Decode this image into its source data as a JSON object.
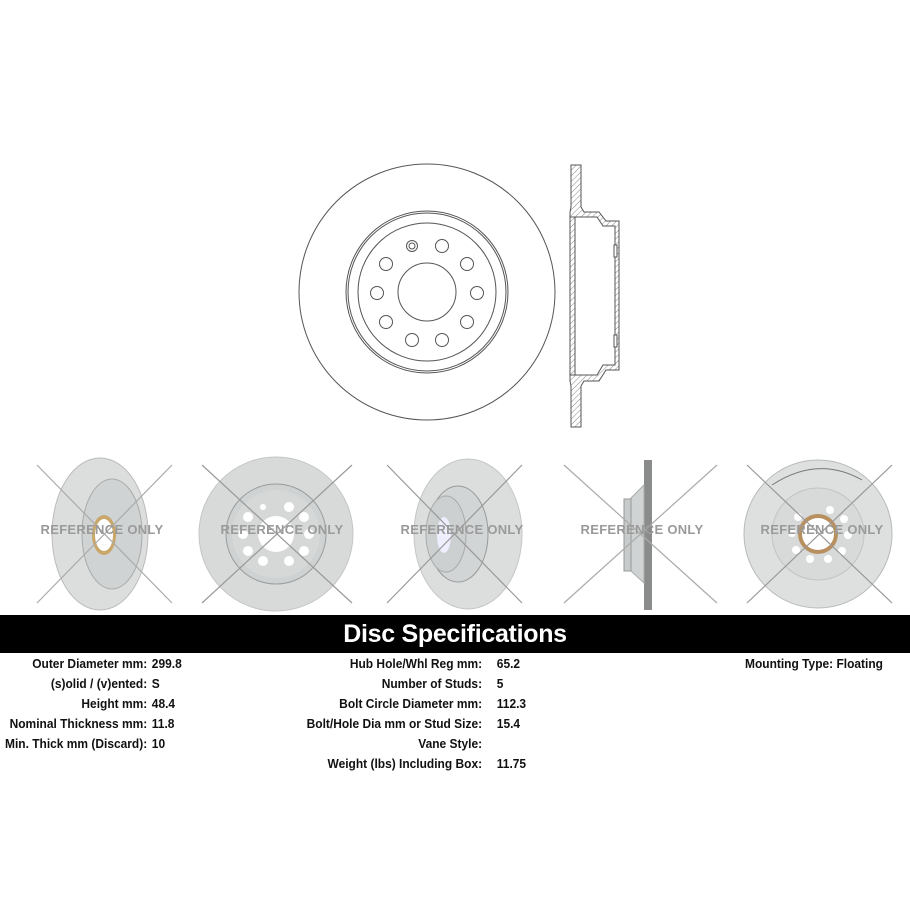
{
  "drawing": {
    "front_view": "disc-front-view-line-drawing",
    "side_view": "disc-cross-section-drawing"
  },
  "thumbnails": [
    {
      "name": "angled-front-view",
      "watermark": "REFERENCE ONLY"
    },
    {
      "name": "front-view",
      "watermark": "REFERENCE ONLY"
    },
    {
      "name": "angled-hat-view",
      "watermark": "REFERENCE ONLY"
    },
    {
      "name": "side-profile-view",
      "watermark": "REFERENCE ONLY"
    },
    {
      "name": "back-view",
      "watermark": "REFERENCE ONLY"
    }
  ],
  "specs": {
    "title": "Disc Specifications",
    "column1": [
      {
        "label": "Outer Diameter mm:",
        "value": "299.8"
      },
      {
        "label": "(s)olid / (v)ented:",
        "value": "S"
      },
      {
        "label": "Height mm:",
        "value": "48.4"
      },
      {
        "label": "Nominal Thickness mm:",
        "value": "11.8"
      },
      {
        "label": "Min. Thick mm (Discard):",
        "value": "10"
      }
    ],
    "column2": [
      {
        "label": "Hub Hole/Whl Reg mm:",
        "value": "65.2"
      },
      {
        "label": "Number of Studs:",
        "value": "5"
      },
      {
        "label": "Bolt Circle Diameter mm:",
        "value": "112.3"
      },
      {
        "label": "Bolt/Hole Dia mm or Stud Size:",
        "value": "15.4"
      },
      {
        "label": "Vane Style:",
        "value": ""
      },
      {
        "label": "Weight (lbs) Including Box:",
        "value": "11.75"
      }
    ],
    "column3": [
      {
        "label": "Mounting Type:",
        "value": "Floating"
      }
    ]
  },
  "colors": {
    "header_bg": "#000000",
    "header_text": "#ffffff",
    "line": "#555555",
    "disc_gray": "#d6d8d8",
    "watermark": "#9a9a9a"
  }
}
